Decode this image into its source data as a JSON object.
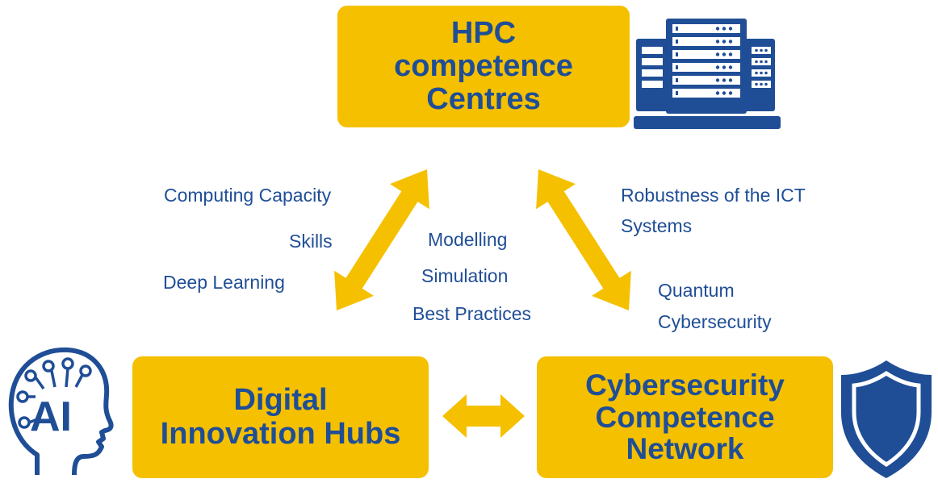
{
  "colors": {
    "box_fill": "#f5c000",
    "arrow_fill": "#f5c000",
    "text": "#1f4e96",
    "icon": "#1f4e96"
  },
  "nodes": {
    "hpc": {
      "lines": [
        "HPC",
        "competence",
        "Centres"
      ]
    },
    "dih": {
      "lines": [
        "Digital",
        "Innovation Hubs"
      ]
    },
    "csn": {
      "lines": [
        "Cybersecurity",
        "Competence",
        "Network"
      ]
    }
  },
  "labels": {
    "left": [
      "Computing Capacity",
      "Skills",
      "Deep Learning"
    ],
    "center": [
      "Modelling",
      "Simulation",
      "Best Practices"
    ],
    "right_top": [
      "Robustness of the ICT",
      "Systems"
    ],
    "right_bottom": [
      "Quantum",
      "Cybersecurity"
    ]
  },
  "icons": {
    "hpc": "server-rack-icon",
    "dih": "ai-head-icon",
    "csn": "shield-icon"
  }
}
